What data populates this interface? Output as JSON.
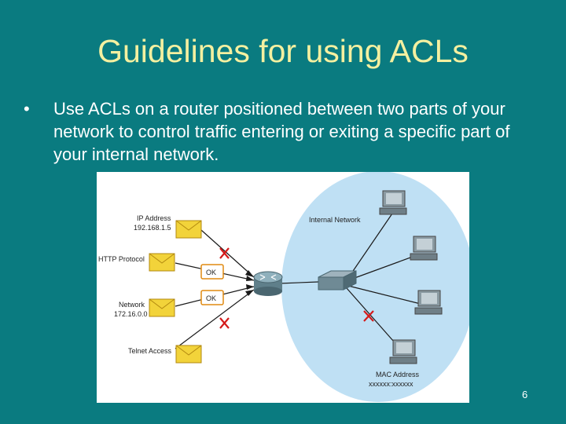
{
  "slide": {
    "title": "Guidelines for using ACLs",
    "bullet_marker": "•",
    "bullet_text": "Use ACLs on a router positioned between two parts of your network to control traffic entering or exiting a specific part of your internal network.",
    "page_number": "6"
  },
  "diagram": {
    "internal_network_label": "Internal Network",
    "packets": [
      {
        "line1": "IP Address",
        "line2": "192.168.1.5"
      },
      {
        "line1": "HTTP Protocol",
        "line2": ""
      },
      {
        "line1": "Network",
        "line2": "172.16.0.0"
      },
      {
        "line1": "Telnet Access",
        "line2": ""
      }
    ],
    "ok_label": "OK",
    "mac_label": "MAC Address",
    "mac_value": "xxxxxx:xxxxxx",
    "colors": {
      "background": "#0a7b80",
      "title": "#f4f0a0",
      "network_zone": "#bfe0f4",
      "envelope": "#f2d33a",
      "deny_mark": "#d41a1a",
      "ok_border": "#e08a10"
    }
  }
}
